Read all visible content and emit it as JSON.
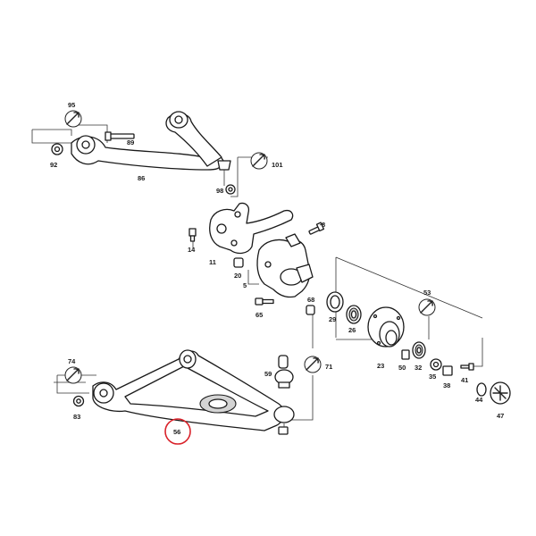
{
  "diagram": {
    "highlight_color": "#d9222a",
    "highlighted_part": "56",
    "labels": {
      "p95": "95",
      "p89": "89",
      "p92": "92",
      "p86": "86",
      "p101": "101",
      "p98": "98",
      "p8": "8",
      "p14": "14",
      "p11": "11",
      "p20": "20",
      "p5": "5",
      "p65": "65",
      "p68": "68",
      "p29": "29",
      "p26": "26",
      "p53": "53",
      "p74": "74",
      "p83": "83",
      "p59": "59",
      "p71": "71",
      "p56": "56",
      "p23": "23",
      "p50": "50",
      "p32": "32",
      "p35": "35",
      "p38": "38",
      "p41": "41",
      "p44": "44",
      "p47": "47"
    },
    "icons": [
      "wrench-icon"
    ]
  }
}
